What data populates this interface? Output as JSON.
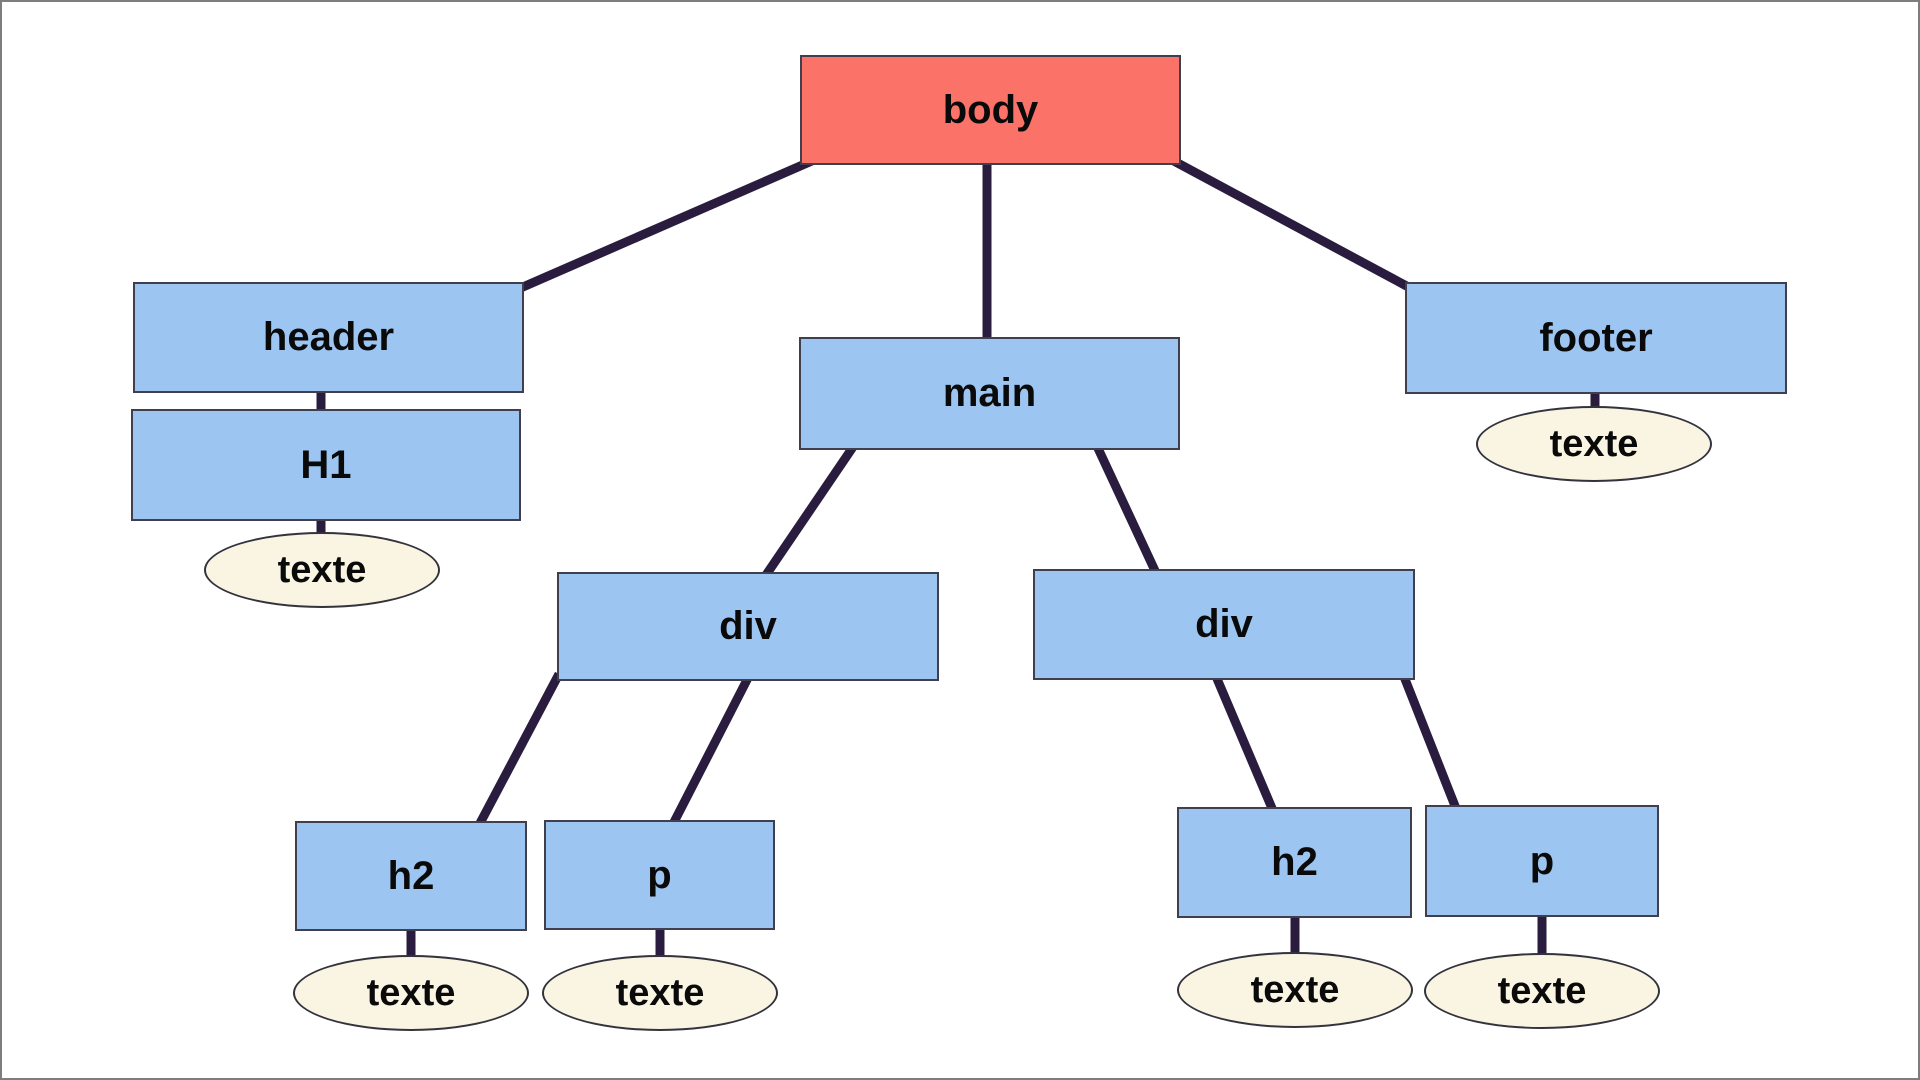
{
  "diagram": {
    "kind": "dom-tree",
    "description": "HTML document tree: body with header, main, footer branches"
  },
  "colors": {
    "frame_bg": "#FFFFFF",
    "frame_border": "#7D7D7D",
    "root_fill": "#FA7268",
    "element_fill": "#9CC6F1",
    "text_leaf_fill": "#FAF4E3",
    "edge": "#2A1C3E",
    "box_border": "#3F3F4E",
    "ellipse_border": "#33333D",
    "label_color": "#0A0A0A"
  },
  "nodes": {
    "body": {
      "label": "body",
      "kind": "root-element"
    },
    "header": {
      "label": "header",
      "kind": "element"
    },
    "h1": {
      "label": "H1",
      "kind": "element"
    },
    "main": {
      "label": "main",
      "kind": "element"
    },
    "footer": {
      "label": "footer",
      "kind": "element"
    },
    "div_left": {
      "label": "div",
      "kind": "element"
    },
    "div_right": {
      "label": "div",
      "kind": "element"
    },
    "h2_left": {
      "label": "h2",
      "kind": "element"
    },
    "p_left": {
      "label": "p",
      "kind": "element"
    },
    "h2_right": {
      "label": "h2",
      "kind": "element"
    },
    "p_right": {
      "label": "p",
      "kind": "element"
    },
    "text_h1": {
      "label": "texte",
      "kind": "text-node"
    },
    "text_footer": {
      "label": "texte",
      "kind": "text-node"
    },
    "text_h2_left": {
      "label": "texte",
      "kind": "text-node"
    },
    "text_p_left": {
      "label": "texte",
      "kind": "text-node"
    },
    "text_h2_right": {
      "label": "texte",
      "kind": "text-node"
    },
    "text_p_right": {
      "label": "texte",
      "kind": "text-node"
    }
  },
  "edges": [
    {
      "from": "body",
      "to": "header"
    },
    {
      "from": "body",
      "to": "main"
    },
    {
      "from": "body",
      "to": "footer"
    },
    {
      "from": "header",
      "to": "h1"
    },
    {
      "from": "h1",
      "to": "text_h1"
    },
    {
      "from": "footer",
      "to": "text_footer"
    },
    {
      "from": "main",
      "to": "div_left"
    },
    {
      "from": "main",
      "to": "div_right"
    },
    {
      "from": "div_left",
      "to": "h2_left"
    },
    {
      "from": "div_left",
      "to": "p_left"
    },
    {
      "from": "div_right",
      "to": "h2_right"
    },
    {
      "from": "div_right",
      "to": "p_right"
    },
    {
      "from": "h2_left",
      "to": "text_h2_left"
    },
    {
      "from": "p_left",
      "to": "text_p_left"
    },
    {
      "from": "h2_right",
      "to": "text_h2_right"
    },
    {
      "from": "p_right",
      "to": "text_p_right"
    }
  ]
}
